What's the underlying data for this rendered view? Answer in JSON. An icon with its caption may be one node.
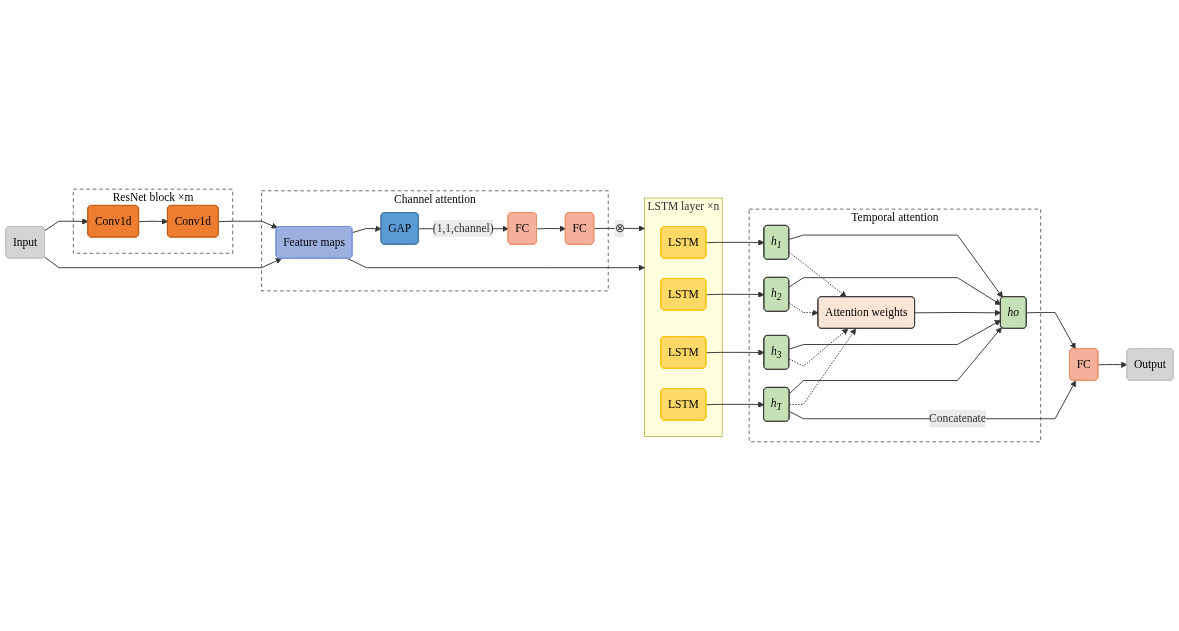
{
  "diagram": {
    "nodes": [
      {
        "text": [
          "Channel attention"
        ]
      },
      {
        "text": [
          "GAP"
        ],
        "in": 0
      },
      {
        "text": [
          "FC"
        ],
        "in": 0
      },
      {
        "text": [
          "FC"
        ],
        "in": 0
      },
      {
        "text": [
          "Feature maps"
        ],
        "in": 0
      },
      {
        "text": [
          "ResNet block ×m"
        ]
      },
      {
        "text": [
          "Conv1d"
        ],
        "in": 5
      },
      {
        "text": [
          "Conv1d"
        ],
        "in": 5
      },
      {
        "text": [
          "Input"
        ]
      },
      {
        "text": [
          "LSTM layer ×n"
        ]
      },
      {
        "text": [
          "LSTM"
        ],
        "in": 9
      },
      {
        "text": [
          "LSTM"
        ],
        "in": 9
      },
      {
        "text": [
          "LSTM"
        ],
        "in": 9
      },
      {
        "text": [
          "LSTM"
        ],
        "in": 9
      },
      {
        "text": [
          "Temporal attention"
        ]
      },
      {
        "text": [
          "h$_{1}$"
        ],
        "in": 14
      },
      {
        "text": [
          "ho"
        ],
        "in": 14
      },
      {
        "text": [
          "h$_{2}$"
        ],
        "in": 14
      },
      {
        "text": [
          "h$_{3}$"
        ],
        "in": 14
      },
      {
        "text": [
          "Attention weights"
        ],
        "in": 14
      },
      {
        "text": [
          "h$_{T}$"
        ],
        "in": 14
      },
      {
        "text": [
          "FC"
        ]
      },
      {
        "text": [
          "Output"
        ]
      }
    ],
    "edges": [
      {
        "from": 8,
        "to": 7,
        "arrow": "to"
      },
      {
        "from": 7,
        "to": 6,
        "arrow": "to"
      },
      {
        "from": 8,
        "to": 4,
        "arrow": "to"
      },
      {
        "from": 6,
        "to": 4,
        "arrow": "to"
      },
      {
        "from": 4,
        "to": 1,
        "arrow": "to"
      },
      {
        "from": 1,
        "to": 2,
        "label": "(1,1,channel)",
        "arrow": "to"
      },
      {
        "from": 2,
        "to": 3,
        "arrow": "to"
      },
      {
        "from": 3,
        "to": 9,
        "label": "⊗",
        "arrow": "to"
      },
      {
        "from": 4,
        "to": 9,
        "arrow": "to"
      },
      {
        "from": 10,
        "to": 15,
        "arrow": "to"
      },
      {
        "from": 11,
        "to": 17,
        "arrow": "to"
      },
      {
        "from": 12,
        "to": 18,
        "arrow": "to"
      },
      {
        "from": 13,
        "to": 20,
        "arrow": "to"
      },
      {
        "from": 15,
        "to": 16,
        "arrow": "to"
      },
      {
        "from": 17,
        "to": 16,
        "arrow": "to"
      },
      {
        "from": 18,
        "to": 16,
        "arrow": "to"
      },
      {
        "from": 20,
        "to": 16,
        "arrow": "to"
      },
      {
        "from": 15,
        "to": 19,
        "arrow": "to",
        "style": "dashed"
      },
      {
        "from": 17,
        "to": 19,
        "arrow": "to",
        "style": "dashed"
      },
      {
        "from": 18,
        "to": 19,
        "arrow": "to",
        "style": "dashed"
      },
      {
        "from": 20,
        "to": 19,
        "arrow": "to",
        "style": "dashed"
      },
      {
        "from": 19,
        "to": 16,
        "arrow": "to"
      },
      {
        "from": 16,
        "to": 21,
        "arrow": "to"
      },
      {
        "from": 20,
        "to": 21,
        "label": "Concatenate",
        "arrow": "to"
      },
      {
        "from": 21,
        "to": 22,
        "arrow": "to"
      }
    ]
  }
}
